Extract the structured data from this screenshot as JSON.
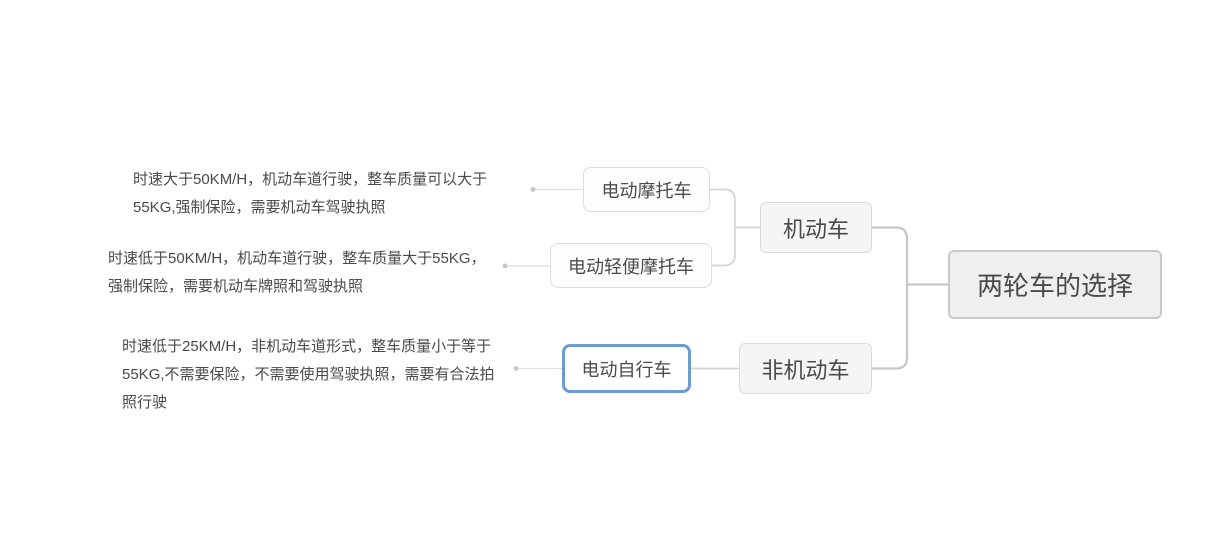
{
  "mindmap": {
    "root": {
      "label": "两轮车的选择"
    },
    "branches": [
      {
        "label": "机动车",
        "children": [
          {
            "label": "电动摩托车",
            "note": "时速大于50KM/H，机动车道行驶，整车质量可以大于\n55KG,强制保险，需要机动车驾驶执照"
          },
          {
            "label": "电动轻便摩托车",
            "note": "时速低于50KM/H，机动车道行驶，整车质量大于55KG，\n强制保险，需要机动车牌照和驾驶执照"
          }
        ]
      },
      {
        "label": "非机动车",
        "children": [
          {
            "label": "电动自行车",
            "selected": true,
            "note": "时速低于25KM/H，非机动车道形式，整车质量小于等于\n55KG,不需要保险，不需要使用驾驶执照，需要有合法拍\n照行驶"
          }
        ]
      }
    ]
  },
  "colors": {
    "selected-border": "#6b9bd2",
    "connector-strong": "#c6c6c6",
    "connector-light": "#d4d4d4",
    "note-line": "#dedede",
    "node-border": "#dcdcdc",
    "root-bg": "#efefef",
    "level1-bg": "#f5f5f5",
    "text": "#4a4a4a"
  }
}
